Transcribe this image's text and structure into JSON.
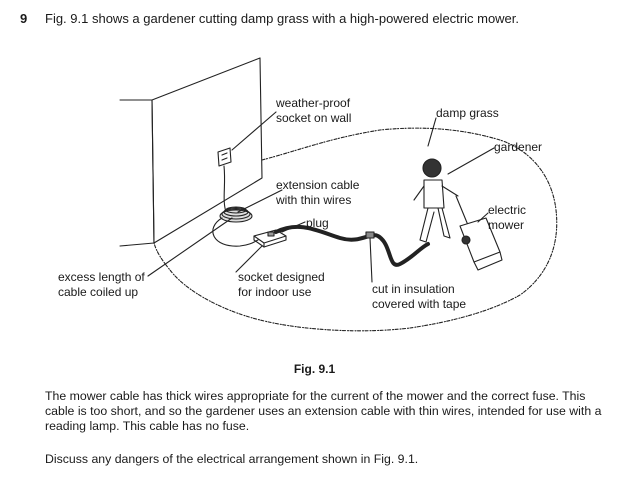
{
  "question": {
    "number": "9",
    "intro": "Fig. 9.1 shows a gardener cutting damp grass with a high-powered electric mower."
  },
  "figure": {
    "labels": {
      "socket_wall": "weather-proof\nsocket on wall",
      "damp_grass": "damp grass",
      "gardener": "gardener",
      "extension_cable": "extension cable\nwith thin wires",
      "plug": "plug",
      "electric_mower": "electric\nmower",
      "excess_cable": "excess length of\ncable coiled up",
      "indoor_socket": "socket designed\nfor indoor use",
      "cut_insulation": "cut in insulation\ncovered with tape"
    },
    "caption": "Fig. 9.1"
  },
  "body": {
    "paragraph": "The mower cable has thick wires appropriate for the current of the mower and the correct fuse. This cable is too short, and so the gardener uses an extension cable with thin wires, intended for use with a reading lamp. This cable has no fuse.",
    "prompt": "Discuss any dangers of the electrical arrangement shown in Fig. 9.1."
  }
}
